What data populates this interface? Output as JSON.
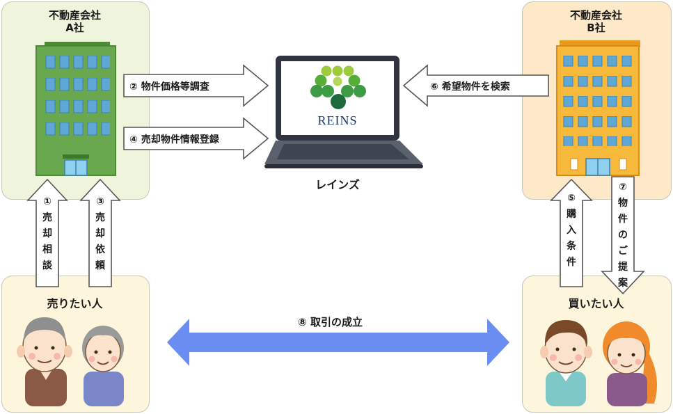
{
  "company_a": {
    "title": "不動産会社\nA社"
  },
  "company_b": {
    "title": "不動産会社\nB社"
  },
  "seller": {
    "title": "売りたい人"
  },
  "buyer": {
    "title": "買いたい人"
  },
  "reins": {
    "logo_text": "REINS",
    "label": "レインズ"
  },
  "steps": {
    "s1": {
      "num": "①",
      "text": "売却相談"
    },
    "s2": {
      "num": "②",
      "text": "物件価格等調査"
    },
    "s3": {
      "num": "③",
      "text": "売却依頼"
    },
    "s4": {
      "num": "④",
      "text": "売却物件情報登録"
    },
    "s5": {
      "num": "⑤",
      "text": "購入条件"
    },
    "s6": {
      "num": "⑥",
      "text": "希望物件を検索"
    },
    "s7": {
      "num": "⑦",
      "text": "物件のご提案"
    },
    "s8": {
      "num": "⑧",
      "text": "取引の成立"
    }
  },
  "colors": {
    "company_a_bg": "#eff5dc",
    "company_b_bg": "#fde8c8",
    "person_bg": "#fdf6dc",
    "deal_arrow": "#6a8df2",
    "building_a": "#6aa84f",
    "building_b": "#f6b93b"
  }
}
